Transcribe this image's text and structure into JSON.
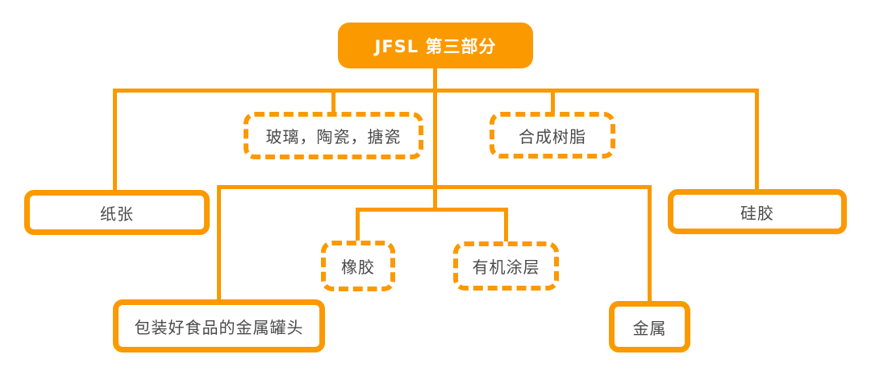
{
  "diagram": {
    "type": "tree",
    "nodes": {
      "root": {
        "label": "JFSL 第三部分",
        "style": "filled"
      },
      "glass": {
        "label": "玻璃，陶瓷，搪瓷",
        "style": "dashed"
      },
      "resin": {
        "label": "合成树脂",
        "style": "dashed"
      },
      "paper": {
        "label": "纸张",
        "style": "solid"
      },
      "silicone": {
        "label": "硅胶",
        "style": "solid"
      },
      "rubber": {
        "label": "橡胶",
        "style": "dashed"
      },
      "coating": {
        "label": "有机涂层",
        "style": "dashed"
      },
      "cans": {
        "label": "包装好食品的金属罐头",
        "style": "solid"
      },
      "metal": {
        "label": "金属",
        "style": "solid"
      }
    },
    "edges": [
      [
        "root",
        "paper"
      ],
      [
        "root",
        "glass"
      ],
      [
        "root",
        "resin"
      ],
      [
        "root",
        "silicone"
      ],
      [
        "root",
        "cans"
      ],
      [
        "root",
        "metal"
      ],
      [
        "root",
        "rubber"
      ],
      [
        "root",
        "coating"
      ]
    ],
    "colors": {
      "accent": "#FB9900",
      "text": "#4A4A4A",
      "root_text": "#FFFFFF",
      "background": "#FFFFFF"
    }
  }
}
